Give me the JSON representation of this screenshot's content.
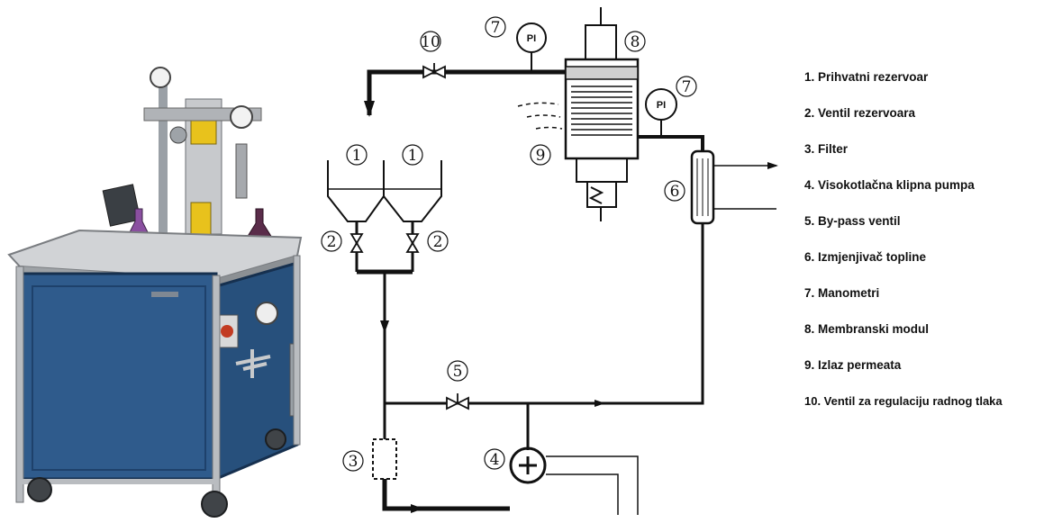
{
  "legend": [
    {
      "num": "1",
      "label": "1. Prihvatni rezervoar"
    },
    {
      "num": "2",
      "label": "2. Ventil rezervoara"
    },
    {
      "num": "3",
      "label": "3. Filter"
    },
    {
      "num": "4",
      "label": "4. Visokotlačna klipna pumpa"
    },
    {
      "num": "5",
      "label": "5. By-pass ventil"
    },
    {
      "num": "6",
      "label": "6. Izmjenjivač topline"
    },
    {
      "num": "7",
      "label": "7. Manometri"
    },
    {
      "num": "8",
      "label": "8. Membranski modul"
    },
    {
      "num": "9",
      "label": "9. Izlaz permeata"
    },
    {
      "num": "10",
      "label": "10. Ventil za regulaciju radnog tlaka"
    }
  ],
  "gauge_label": "PI",
  "colors": {
    "pipe": "#111111",
    "cabinet_blue": "#2f5b8c",
    "steel": "#b9bcc0",
    "yellow_column": "#e8c21c"
  }
}
